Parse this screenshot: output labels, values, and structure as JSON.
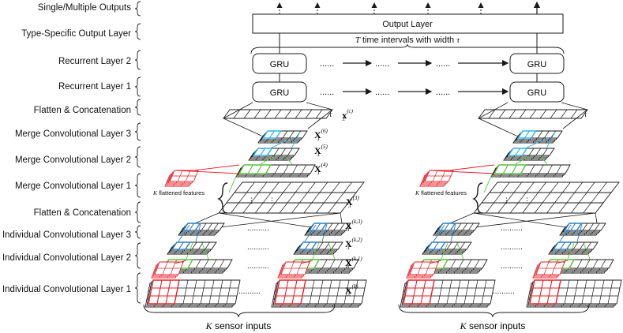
{
  "layers": [
    {
      "label": "Single/Multiple Outputs"
    },
    {
      "label": "Type-Specific Output Layer"
    },
    {
      "label": "Recurrent Layer 2"
    },
    {
      "label": "Recurrent Layer 1"
    },
    {
      "label": "Flatten & Concatenation"
    },
    {
      "label": "Merge Convolutional Layer 3"
    },
    {
      "label": "Merge Convolutional Layer 2"
    },
    {
      "label": "Merge Convolutional Layer 1"
    },
    {
      "label": "Flatten & Concatenation"
    },
    {
      "label": "Individual Convolutional Layer 3"
    },
    {
      "label": "Individual Convolutional Layer 2"
    },
    {
      "label": "Individual Convolutional Layer 1"
    }
  ],
  "output_layer": {
    "label": "Output Layer"
  },
  "time_caption": {
    "prefix": "T",
    "text": " time intervals with width ",
    "suffix": "τ"
  },
  "gru": {
    "label": "GRU"
  },
  "dots": {
    "short": "......",
    "long": ".........."
  },
  "tau": "τ",
  "flattened": {
    "prefix": "K",
    "text": " flattened features"
  },
  "sensor_caption": {
    "prefix": "K",
    "text": " sensor inputs"
  },
  "math": {
    "xc": {
      "base": "x",
      "sub": ".t",
      "sup": "(c)"
    },
    "x6": {
      "base": "X",
      "sub": ".t",
      "sup": "(6)"
    },
    "x5": {
      "base": "X",
      "sub": ".t",
      "sup": "(5)"
    },
    "x4": {
      "base": "X",
      "sub": ".t",
      "sup": "(4)"
    },
    "x3": {
      "base": "X",
      "sub": ".t",
      "sup": "(3)"
    },
    "xk3": {
      "base": "X",
      "sub": ".t",
      "sup": "(k,3)"
    },
    "xk2": {
      "base": "X",
      "sub": ".t",
      "sup": "(k,2)"
    },
    "xk1": {
      "base": "X",
      "sub": ".t",
      "sup": "(k,1)"
    },
    "xk": {
      "base": "X",
      "sub": ".t",
      "sup": "(k)"
    }
  },
  "colors": {
    "red": "#e8202a",
    "green": "#59c13a",
    "blue": "#2a7ec6",
    "cyan": "#2bb5e8",
    "ink": "#1a1a1a",
    "box_fill": "#ffffff"
  }
}
